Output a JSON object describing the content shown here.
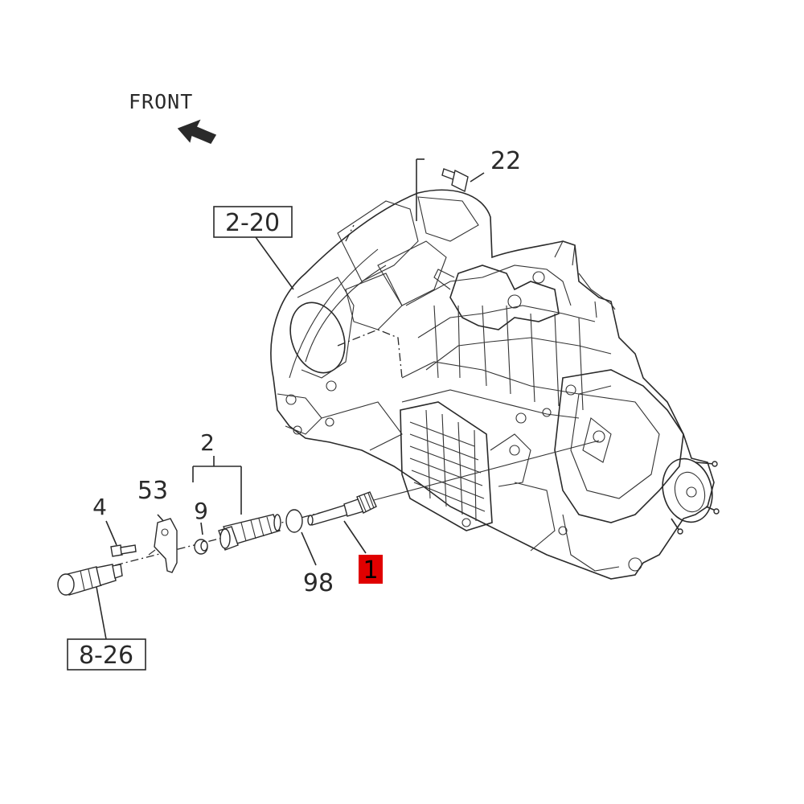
{
  "front": {
    "label": "FRONT",
    "icon": "arrow-left-icon"
  },
  "callouts": {
    "c22": "22",
    "c2_20": "2-20",
    "c2": "2",
    "c53": "53",
    "c4": "4",
    "c9": "9",
    "c98": "98",
    "c1": "1",
    "c8_26": "8-26"
  },
  "colors": {
    "line": "#2a2a2a",
    "highlight": "#e00000",
    "highlight_text": "#000000",
    "background": "#ffffff"
  }
}
